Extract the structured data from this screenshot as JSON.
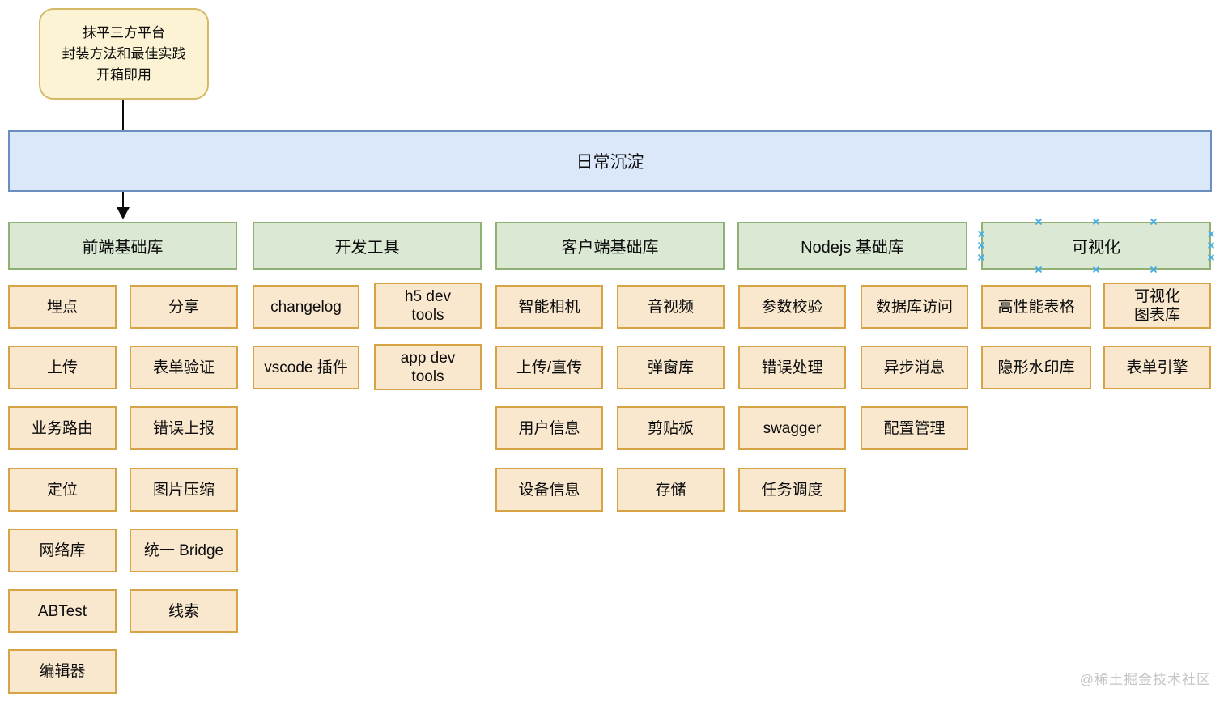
{
  "note": {
    "text": "抹平三方平台\n封装方法和最佳实践\n开箱即用"
  },
  "bar": {
    "label": "日常沉淀"
  },
  "columns": [
    {
      "header": "前端基础库",
      "left": [
        "埋点",
        "上传",
        "业务路由",
        "定位",
        "网络库",
        "ABTest",
        "编辑器"
      ],
      "right": [
        "分享",
        "表单验证",
        "错误上报",
        "图片压缩",
        "统一 Bridge",
        "线索"
      ]
    },
    {
      "header": "开发工具",
      "left": [
        "changelog",
        "vscode 插件"
      ],
      "right": [
        "h5 dev\ntools",
        "app dev\ntools"
      ]
    },
    {
      "header": "客户端基础库",
      "left": [
        "智能相机",
        "上传/直传",
        "用户信息",
        "设备信息"
      ],
      "right": [
        "音视频",
        "弹窗库",
        "剪贴板",
        "存储"
      ]
    },
    {
      "header": "Nodejs 基础库",
      "left": [
        "参数校验",
        "错误处理",
        "swagger",
        "任务调度"
      ],
      "right": [
        "数据库访问",
        "异步消息",
        "配置管理"
      ]
    },
    {
      "header": "可视化",
      "selected": true,
      "left": [
        "高性能表格",
        "隐形水印库"
      ],
      "right": [
        "可视化\n图表库",
        "表单引擎"
      ]
    }
  ],
  "watermark": "@稀土掘金技术社区",
  "colors": {
    "note_fill": "#FBF3D3",
    "note_border": "#D6B966",
    "bar_fill": "#DAE8F9",
    "bar_border": "#6C8EBF",
    "header_fill": "#DBE8D3",
    "header_border": "#8FB274",
    "item_fill": "#F9E8CE",
    "item_border": "#D6A345",
    "connector": "#0d0d0d",
    "selection_handle": "#45AEE8",
    "watermark_text": "#C5C5C5"
  }
}
